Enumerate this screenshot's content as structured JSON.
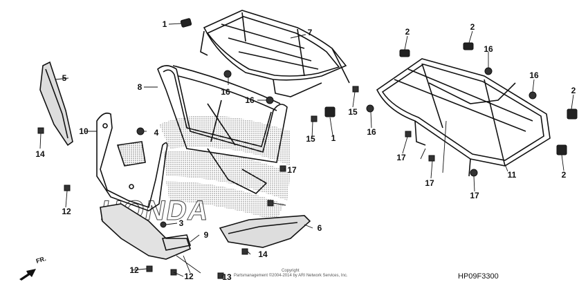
{
  "diagram": {
    "code": "HP09F3300",
    "watermark": "HONDA",
    "direction_label": "FR.",
    "copyright_line1": "Copyright",
    "copyright_line2": "Partsmanagement ©2004-2014 by ARI Network Services, Inc.",
    "callouts": [
      {
        "id": "c-1a",
        "label": "1"
      },
      {
        "id": "c-1b",
        "label": "1"
      },
      {
        "id": "c-2a",
        "label": "2"
      },
      {
        "id": "c-2b",
        "label": "2"
      },
      {
        "id": "c-2c",
        "label": "2"
      },
      {
        "id": "c-2d",
        "label": "2"
      },
      {
        "id": "c-3",
        "label": "3"
      },
      {
        "id": "c-4",
        "label": "4"
      },
      {
        "id": "c-5",
        "label": "5"
      },
      {
        "id": "c-6",
        "label": "6"
      },
      {
        "id": "c-7",
        "label": "7"
      },
      {
        "id": "c-8",
        "label": "8"
      },
      {
        "id": "c-9",
        "label": "9"
      },
      {
        "id": "c-10",
        "label": "10"
      },
      {
        "id": "c-11",
        "label": "11"
      },
      {
        "id": "c-12a",
        "label": "12"
      },
      {
        "id": "c-12b",
        "label": "12"
      },
      {
        "id": "c-12c",
        "label": "12"
      },
      {
        "id": "c-13",
        "label": "13"
      },
      {
        "id": "c-14a",
        "label": "14"
      },
      {
        "id": "c-14b",
        "label": "14"
      },
      {
        "id": "c-15a",
        "label": "15"
      },
      {
        "id": "c-15b",
        "label": "15"
      },
      {
        "id": "c-16a",
        "label": "16"
      },
      {
        "id": "c-16b",
        "label": "16"
      },
      {
        "id": "c-16c",
        "label": "16"
      },
      {
        "id": "c-16d",
        "label": "16"
      },
      {
        "id": "c-16e",
        "label": "16"
      },
      {
        "id": "c-17a",
        "label": "17"
      },
      {
        "id": "c-17b",
        "label": "17"
      },
      {
        "id": "c-17c",
        "label": "17"
      },
      {
        "id": "c-17d",
        "label": "17"
      }
    ]
  }
}
